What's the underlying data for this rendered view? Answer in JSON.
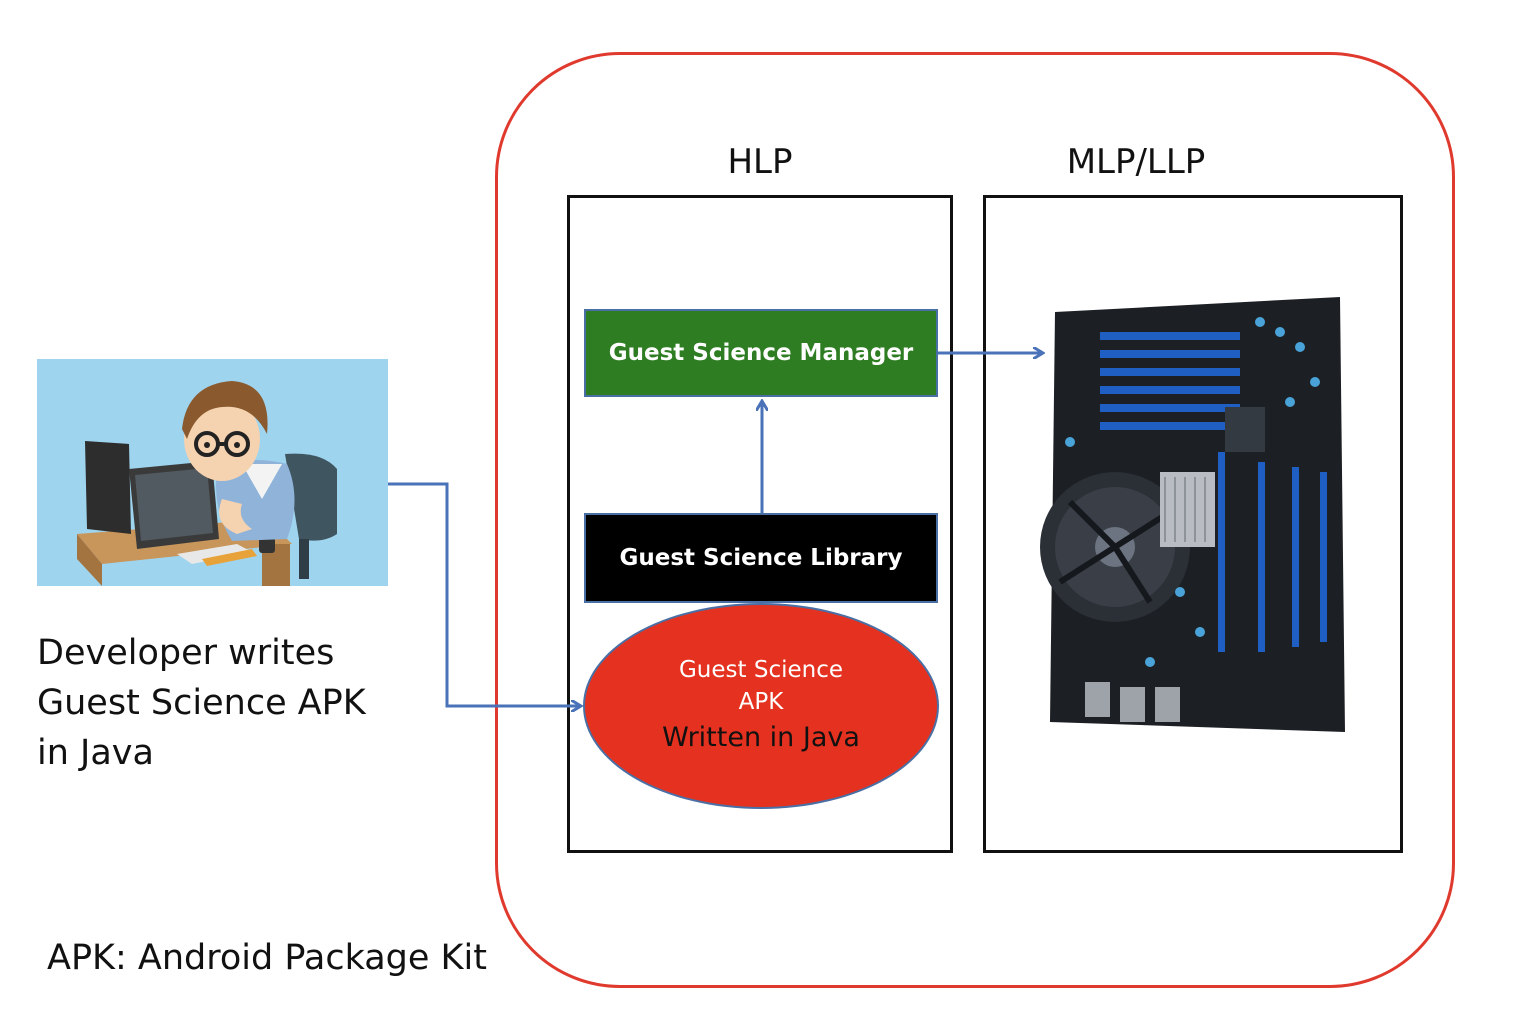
{
  "panels": {
    "hlp_title": "HLP",
    "mlp_title": "MLP/LLP"
  },
  "blocks": {
    "manager": "Guest Science Manager",
    "library": "Guest Science Library",
    "apk_line1": "Guest Science",
    "apk_line2": "APK",
    "apk_line3": "Written in Java"
  },
  "developer": {
    "caption_line1": "Developer writes",
    "caption_line2": "Guest Science APK",
    "caption_line3": "in Java",
    "illustration": "developer-at-computer"
  },
  "footnote": "APK: Android Package Kit",
  "hardware_image": "motherboard",
  "colors": {
    "frame": "#e03a2e",
    "manager": "#2e7d22",
    "library": "#000000",
    "apk": "#e5311f",
    "arrow": "#4a72b8"
  }
}
